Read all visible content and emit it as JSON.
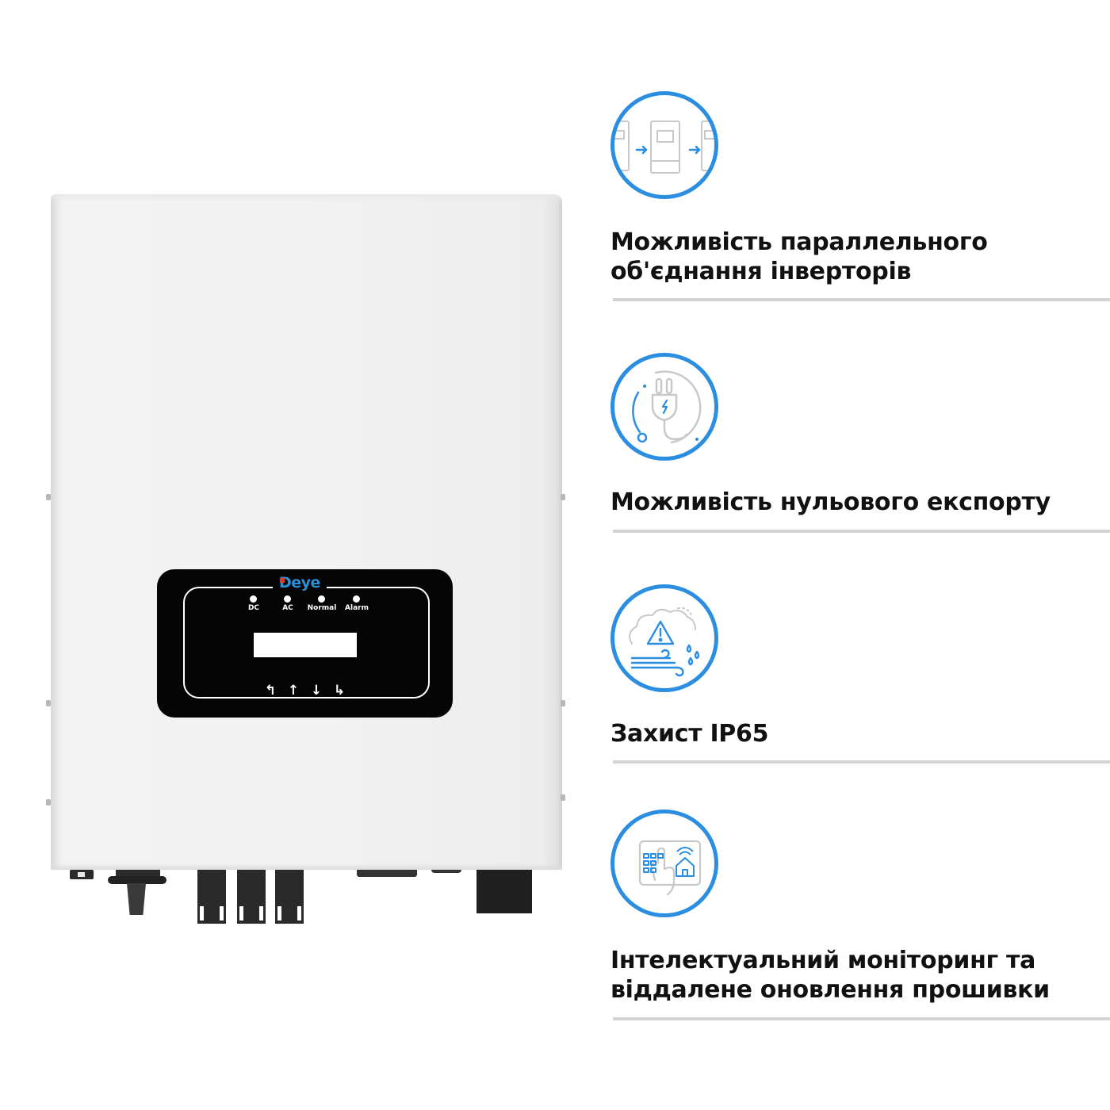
{
  "product": {
    "brand": "Deye",
    "indicators": [
      {
        "label": "DC"
      },
      {
        "label": "AC"
      },
      {
        "label": "Normal"
      },
      {
        "label": "Alarm"
      }
    ],
    "keys": [
      {
        "name": "escape",
        "glyph": "↰"
      },
      {
        "name": "up",
        "glyph": "↑"
      },
      {
        "name": "down",
        "glyph": "↓"
      },
      {
        "name": "enter",
        "glyph": "↳"
      }
    ]
  },
  "features": [
    {
      "icon": "parallel-inverters-icon",
      "title_lines": [
        "Можливість параллельного",
        "об'єднання інверторів"
      ]
    },
    {
      "icon": "power-plug-icon",
      "title_lines": [
        "Можливість нульового експорту"
      ]
    },
    {
      "icon": "weather-protection-icon",
      "title_lines": [
        "Захист IP65"
      ]
    },
    {
      "icon": "smart-monitoring-icon",
      "title_lines": [
        "Інтелектуальний моніторинг та",
        "віддалене оновлення прошивки"
      ]
    }
  ],
  "colors": {
    "accent_blue": "#2b8ee0",
    "divider": "#d4d4d4",
    "text": "#111111",
    "icon_gray": "#c4c4c4"
  }
}
